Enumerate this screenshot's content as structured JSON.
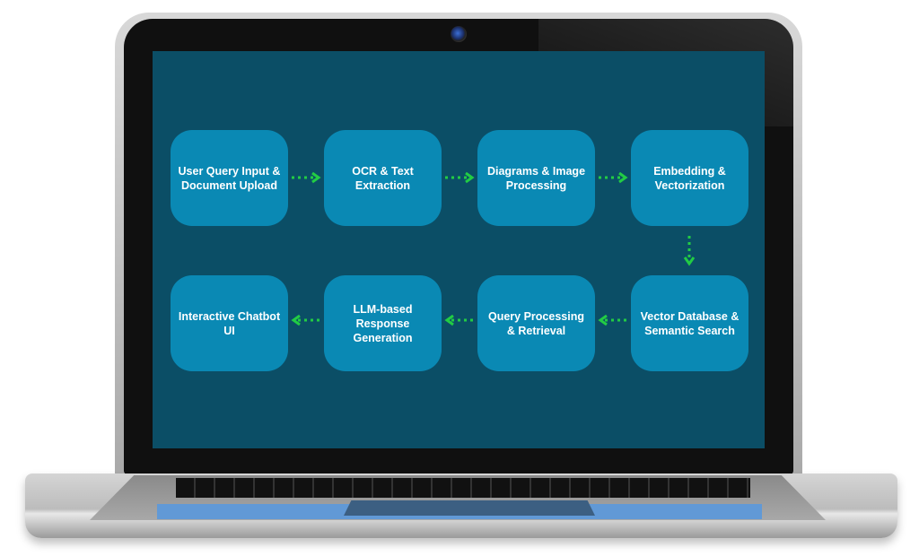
{
  "diagram": {
    "nodes": [
      {
        "id": "n1",
        "label": "User Query Input & Document Upload"
      },
      {
        "id": "n2",
        "label": "OCR & Text Extraction"
      },
      {
        "id": "n3",
        "label": "Diagrams & Image Processing"
      },
      {
        "id": "n4",
        "label": "Embedding & Vectorization"
      },
      {
        "id": "n5",
        "label": "Vector Database & Semantic Search"
      },
      {
        "id": "n6",
        "label": "Query Processing & Retrieval"
      },
      {
        "id": "n7",
        "label": "LLM-based Response Generation"
      },
      {
        "id": "n8",
        "label": "Interactive Chatbot UI"
      }
    ],
    "edges": [
      [
        "n1",
        "n2"
      ],
      [
        "n2",
        "n3"
      ],
      [
        "n3",
        "n4"
      ],
      [
        "n4",
        "n5"
      ],
      [
        "n5",
        "n6"
      ],
      [
        "n6",
        "n7"
      ],
      [
        "n7",
        "n8"
      ]
    ],
    "colors": {
      "screen": "#0b4e66",
      "node": "#0a89b4",
      "arrow": "#22cc44",
      "text": "#ffffff"
    }
  }
}
